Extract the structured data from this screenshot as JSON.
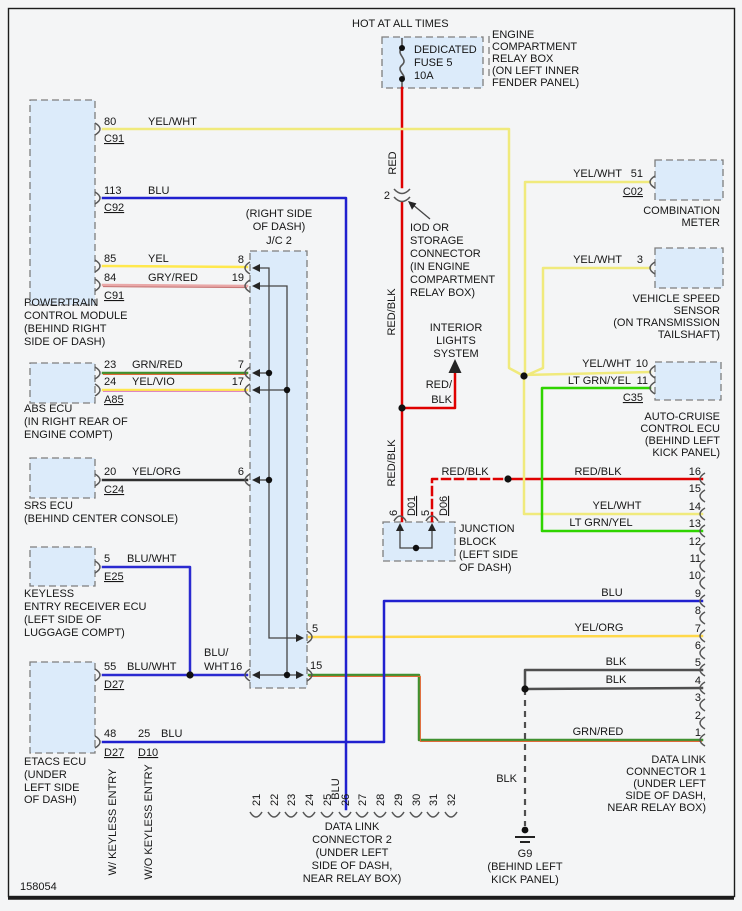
{
  "sheet": {
    "number": "158054"
  },
  "colors": {
    "red": "#df0000",
    "yel_wht": "#f0ea7c",
    "yel": "#ffe84d",
    "yel_org": "#ffd84a",
    "blu": "#2020cf",
    "blu_wht": "#2a2ad0",
    "gry_red": "#e9a8a8",
    "gry_red_edge": "#c97878",
    "grn_red_grn": "#3f9130",
    "grn_red_red": "#df6a38",
    "yel_vio_yel": "#ffe84d",
    "yel_vio_vio": "#df86c0",
    "lt_grn_yel": "#2fd400",
    "blk": "#4f4f4f",
    "srs_dark": "#2f2f2f",
    "lead": "#555555",
    "box_fill": "#dcebfa"
  },
  "power": {
    "hot_label": "HOT AT ALL TIMES",
    "fuse_lines": [
      "DEDICATED",
      "FUSE 5",
      "10A"
    ],
    "relay_box_lines": [
      "ENGINE",
      "COMPARTMENT",
      "RELAY BOX",
      "(ON LEFT INNER",
      "FENDER PANEL)"
    ],
    "wire_red": "RED",
    "wire_red_blk": "RED/BLK",
    "wire_red_blk2": "RED/BLK",
    "iod_pin": "2",
    "iod_lines": [
      "IOD OR",
      "STORAGE",
      "CONNECTOR",
      "(IN ENGINE",
      "COMPARTMENT",
      "RELAY BOX)"
    ],
    "interior_lines": [
      "INTERIOR",
      "LIGHTS",
      "SYSTEM"
    ],
    "interior_wire_lines": [
      "RED/",
      "BLK"
    ]
  },
  "pcm": {
    "label_lines": [
      "POWERTRAIN",
      "CONTROL MODULE",
      "(BEHIND RIGHT",
      "SIDE OF DASH)"
    ],
    "pin80": {
      "num": "80",
      "wire": "YEL/WHT",
      "conn": "C91"
    },
    "pin113": {
      "num": "113",
      "wire": "BLU",
      "conn": "C92"
    },
    "pin85": {
      "num": "85",
      "wire": "YEL"
    },
    "pin84": {
      "num": "84",
      "wire": "GRY/RED",
      "conn": "C91"
    }
  },
  "abs": {
    "label_lines": [
      "ABS ECU",
      "(IN RIGHT REAR OF",
      "ENGINE COMPT)"
    ],
    "pin23": {
      "num": "23",
      "wire": "GRN/RED"
    },
    "pin24": {
      "num": "24",
      "wire": "YEL/VIO",
      "conn": "A85"
    }
  },
  "srs": {
    "label_lines": [
      "SRS ECU",
      "(BEHIND CENTER CONSOLE)"
    ],
    "pin20": {
      "num": "20",
      "wire": "YEL/ORG",
      "conn": "C24"
    }
  },
  "keyless": {
    "label_lines": [
      "KEYLESS",
      "ENTRY RECEIVER ECU",
      "(LEFT SIDE OF",
      "LUGGAGE COMPT)"
    ],
    "pin5": {
      "num": "5",
      "wire": "BLU/WHT",
      "conn": "E25"
    }
  },
  "etacs": {
    "label_lines": [
      "ETACS ECU",
      "(UNDER",
      "LEFT SIDE",
      "OF DASH)"
    ],
    "pin55": {
      "num": "55",
      "wire": "BLU/WHT",
      "conn": "D27"
    },
    "pin48": {
      "num": "48",
      "conn": "D27"
    },
    "pin25": {
      "num": "25",
      "conn": "D10",
      "wire": "BLU"
    },
    "variant_a": "W/ KEYLESS ENTRY",
    "variant_b": "W/O KEYLESS ENTRY"
  },
  "jc2": {
    "title_lines": [
      "(RIGHT SIDE",
      "OF DASH)",
      "J/C 2"
    ],
    "pin8": "8",
    "pin19": "19",
    "pin7": "7",
    "pin17": "17",
    "pin6": "6",
    "pin5": "5",
    "pin15": "15",
    "pin16": "16",
    "pin16_wire_lines": [
      "BLU/",
      "WHT"
    ]
  },
  "comb_meter": {
    "wire": "YEL/WHT",
    "pin": "51",
    "conn": "C02",
    "label_lines": [
      "COMBINATION",
      "METER"
    ]
  },
  "vss": {
    "wire": "YEL/WHT",
    "pin": "3",
    "label_lines": [
      "VEHICLE SPEED",
      "SENSOR",
      "(ON TRANSMISSION",
      "TAILSHAFT)"
    ]
  },
  "cruise": {
    "pin10": {
      "wire": "YEL/WHT",
      "num": "10"
    },
    "pin11": {
      "wire": "LT GRN/YEL",
      "num": "11"
    },
    "conn": "C35",
    "label_lines": [
      "AUTO-CRUISE",
      "CONTROL ECU",
      "(BEHIND LEFT",
      "KICK PANEL)"
    ]
  },
  "jblock": {
    "pin6": {
      "num": "6",
      "conn": "D01"
    },
    "pin5": {
      "num": "5",
      "conn": "D06"
    },
    "dashed_wire": "RED/BLK",
    "label_lines": [
      "JUNCTION",
      "BLOCK",
      "(LEFT SIDE",
      "OF DASH)"
    ]
  },
  "dlc1": {
    "label_lines": [
      "DATA LINK",
      "CONNECTOR 1",
      "(UNDER LEFT",
      "SIDE OF DASH,",
      "NEAR RELAY BOX)"
    ],
    "pins": [
      {
        "num": "16",
        "wire": "RED/BLK"
      },
      {
        "num": "15",
        "wire": ""
      },
      {
        "num": "14",
        "wire": "YEL/WHT"
      },
      {
        "num": "13",
        "wire": "LT GRN/YEL"
      },
      {
        "num": "12",
        "wire": ""
      },
      {
        "num": "11",
        "wire": ""
      },
      {
        "num": "10",
        "wire": ""
      },
      {
        "num": "9",
        "wire": "BLU"
      },
      {
        "num": "8",
        "wire": ""
      },
      {
        "num": "7",
        "wire": "YEL/ORG"
      },
      {
        "num": "6",
        "wire": ""
      },
      {
        "num": "5",
        "wire": "BLK"
      },
      {
        "num": "4",
        "wire": "BLK"
      },
      {
        "num": "3",
        "wire": ""
      },
      {
        "num": "2",
        "wire": ""
      },
      {
        "num": "1",
        "wire": "GRN/RED"
      }
    ]
  },
  "dlc2": {
    "wire": "BLU",
    "pins": [
      "21",
      "22",
      "23",
      "24",
      "25",
      "26",
      "27",
      "28",
      "29",
      "30",
      "31",
      "32"
    ],
    "label_lines": [
      "DATA LINK",
      "CONNECTOR 2",
      "(UNDER LEFT",
      "SIDE OF DASH,",
      "NEAR RELAY BOX)"
    ]
  },
  "ground": {
    "wire": "BLK",
    "name": "G9",
    "label_lines": [
      "(BEHIND LEFT",
      "KICK PANEL)"
    ]
  }
}
